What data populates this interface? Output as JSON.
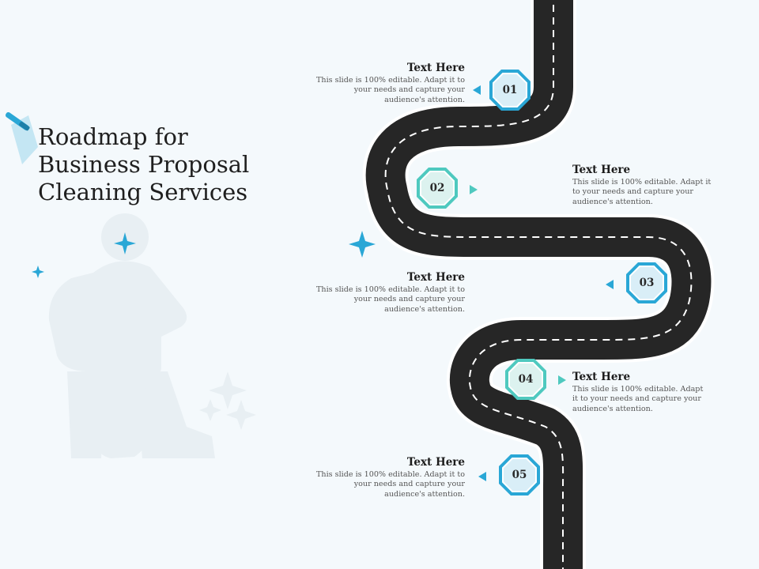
{
  "title_lines": [
    "Roadmap for",
    "Business Proposal",
    "Cleaning Services"
  ],
  "steps": [
    {
      "number": "01",
      "heading": "Text Here",
      "body": "This slide is 100% editable. Adapt it to your needs and capture your audience's attention.",
      "color": "#2aa7d6"
    },
    {
      "number": "02",
      "heading": "Text Here",
      "body": "This slide is 100% editable. Adapt it to your needs and capture your audience's attention.",
      "color": "#4fc9bf"
    },
    {
      "number": "03",
      "heading": "Text Here",
      "body": "This slide is 100% editable. Adapt it to your needs and capture your audience's attention.",
      "color": "#2aa7d6"
    },
    {
      "number": "04",
      "heading": "Text Here",
      "body": "This slide is 100% editable. Adapt it to your needs and capture your audience's attention.",
      "color": "#4fc9bf"
    },
    {
      "number": "05",
      "heading": "Text Here",
      "body": "This slide is 100% editable. Adapt it to your needs and capture your audience's attention.",
      "color": "#2aa7d6"
    }
  ],
  "colors": {
    "road": "#262626",
    "road_edge": "#ffffff",
    "accent_blue": "#2aa7d6",
    "accent_teal": "#4fc9bf",
    "silhouette": "#e7eef2"
  }
}
